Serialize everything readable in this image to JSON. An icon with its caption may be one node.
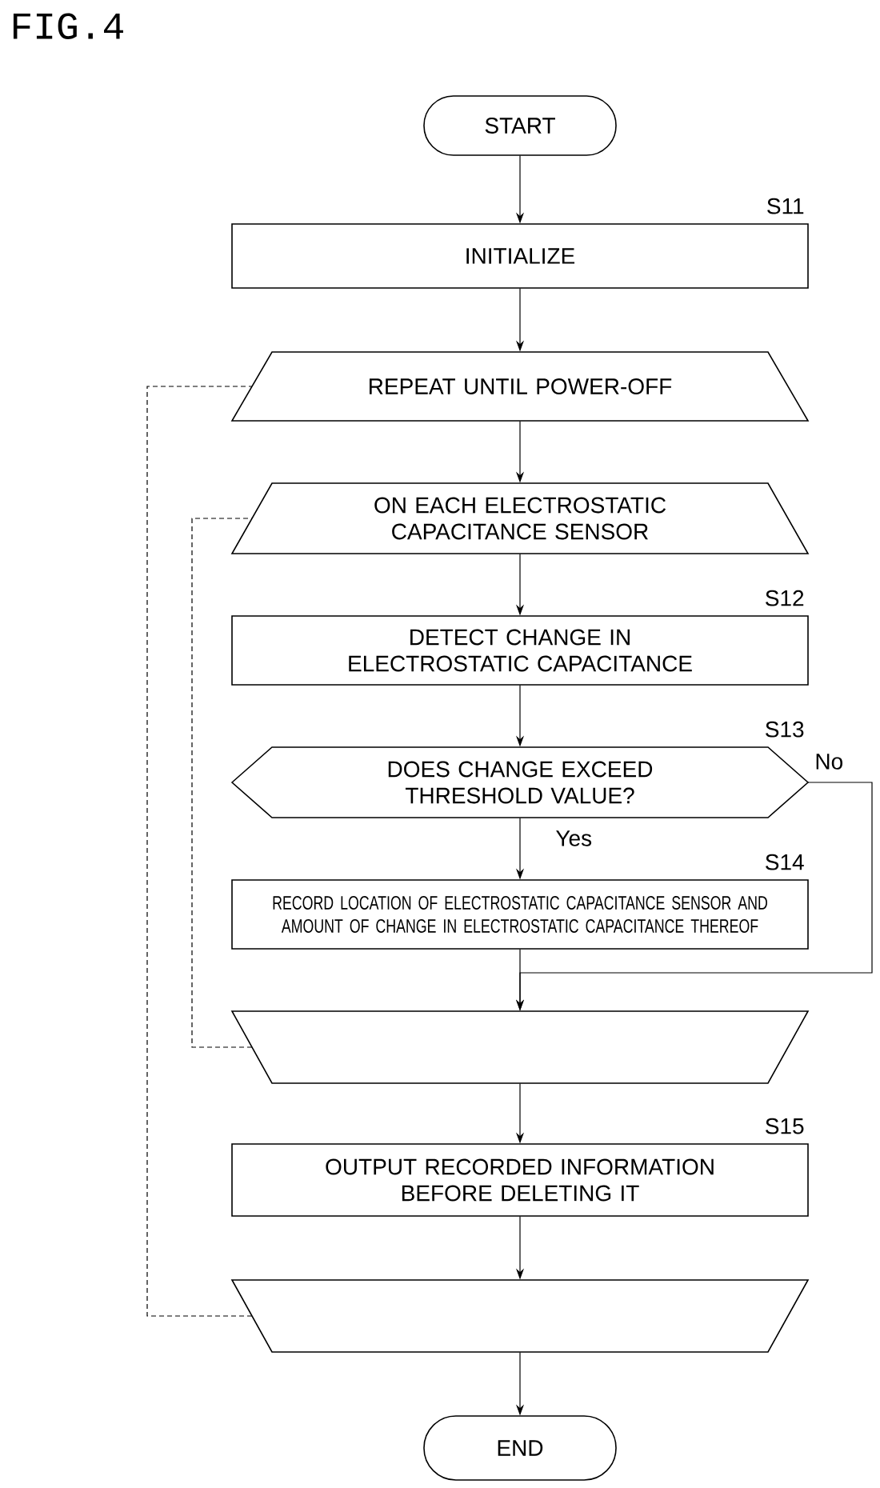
{
  "diagram": {
    "title": "FIG.4",
    "nodes": [
      {
        "text": [
          "START"
        ]
      },
      {
        "text": [
          "INITIALIZE"
        ],
        "beside": [
          "S11"
        ]
      },
      {
        "text": [
          "REPEAT UNTIL POWER-OFF"
        ]
      },
      {
        "text": [
          "ON EACH ELECTROSTATIC CAPACITANCE SENSOR"
        ]
      },
      {
        "text": [
          "DETECT CHANGE IN ELECTROSTATIC CAPACITANCE"
        ],
        "beside": [
          "S12"
        ]
      },
      {
        "text": [
          "DOES CHANGE EXCEED THRESHOLD VALUE?"
        ],
        "beside": [
          "S13"
        ]
      },
      {
        "text": [
          "RECORD LOCATION OF ELECTROSTATIC CAPACITANCE SENSOR AND AMOUNT OF CHANGE IN ELECTROSTATIC CAPACITANCE THEREOF"
        ],
        "beside": [
          "S14"
        ]
      },
      {
        "text": [],
        "shape": "trapezoid"
      },
      {
        "text": [
          "OUTPUT RECORDED INFORMATION BEFORE DELETING IT"
        ],
        "beside": [
          "S15"
        ]
      },
      {
        "text": [],
        "shape": "trapezoid"
      },
      {
        "text": [
          "END"
        ]
      }
    ],
    "edges": [
      {
        "from": 0,
        "to": 1,
        "arrow": "to"
      },
      {
        "from": 1,
        "to": 2,
        "arrow": "to"
      },
      {
        "from": 2,
        "to": 3,
        "arrow": "to"
      },
      {
        "from": 3,
        "to": 4,
        "arrow": "to"
      },
      {
        "from": 4,
        "to": 5,
        "arrow": "to"
      },
      {
        "from": 5,
        "to": 6,
        "arrow": "to",
        "label": "Yes"
      },
      {
        "from": 6,
        "to": 7,
        "arrow": "to"
      },
      {
        "from": 5,
        "to": 7,
        "arrow": "to",
        "label": "No"
      },
      {
        "from": 7,
        "to": 8,
        "arrow": "to"
      },
      {
        "from": 8,
        "to": 9,
        "arrow": "to"
      },
      {
        "from": 9,
        "to": 10,
        "arrow": "to"
      },
      {
        "from": 7,
        "to": 3,
        "arrow": "none",
        "style": "dashed"
      },
      {
        "from": 9,
        "to": 2,
        "arrow": "none",
        "style": "dashed"
      }
    ]
  }
}
